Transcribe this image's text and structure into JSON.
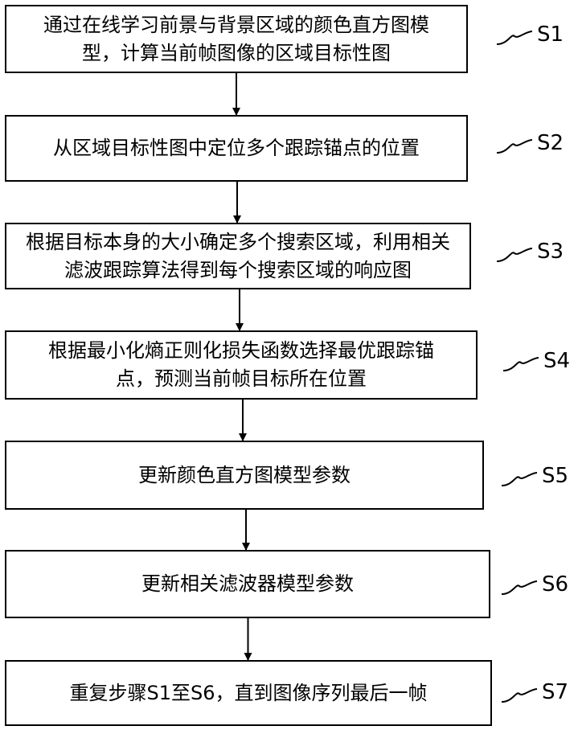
{
  "steps": [
    {
      "id": "S1",
      "text": "通过在线学习前景与背景区域的颜色直方图模型，计算当前帧图像的区域目标性图"
    },
    {
      "id": "S2",
      "text": "从区域目标性图中定位多个跟踪锚点的位置"
    },
    {
      "id": "S3",
      "text": "根据目标本身的大小确定多个搜索区域，利用相关滤波跟踪算法得到每个搜索区域的响应图"
    },
    {
      "id": "S4",
      "text": "根据最小化熵正则化损失函数选择最优跟踪锚点，预测当前帧目标所在位置"
    },
    {
      "id": "S5",
      "text": "更新颜色直方图模型参数"
    },
    {
      "id": "S6",
      "text": "更新相关滤波器模型参数"
    },
    {
      "id": "S7",
      "text": "重复步骤S1至S6，直到图像序列最后一帧"
    }
  ]
}
